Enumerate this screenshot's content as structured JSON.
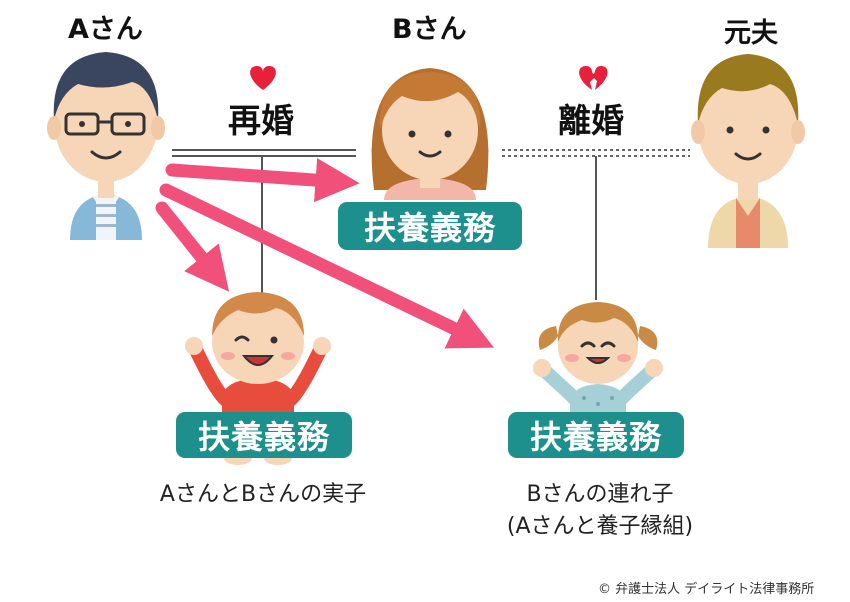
{
  "people": {
    "a": {
      "name": "Aさん"
    },
    "b": {
      "name": "Bさん"
    },
    "ex": {
      "name": "元夫"
    }
  },
  "relations": {
    "remarriage": "再婚",
    "divorce": "離婚"
  },
  "duty_label": "扶養義務",
  "children": {
    "biological": {
      "caption": "AさんとBさんの実子"
    },
    "stepchild": {
      "caption_line1": "Bさんの連れ子",
      "caption_line2": "(Aさんと養子縁組)"
    }
  },
  "copyright": "© 弁護士法人 デイライト法律事務所",
  "colors": {
    "badge": "#1d8f8c",
    "arrow": "#f0507a",
    "heart": "#e8203a",
    "line": "#555555"
  },
  "icons": {
    "remarriage": "heart-icon",
    "divorce": "broken-heart-icon"
  }
}
